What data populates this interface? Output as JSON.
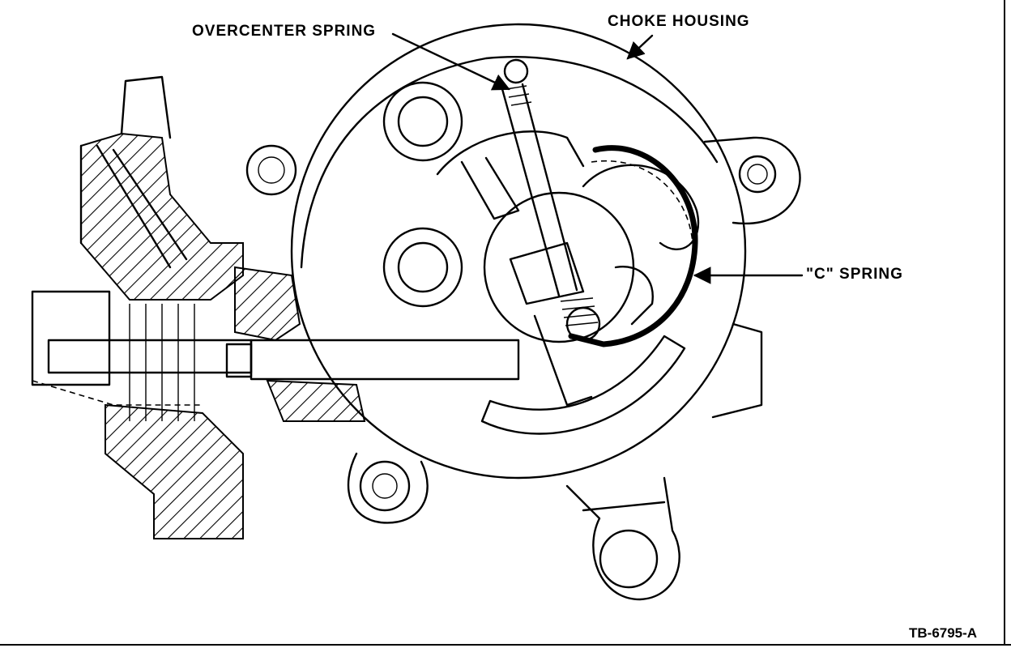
{
  "labels": {
    "overcenter_spring": "OVERCENTER SPRING",
    "choke_housing": "CHOKE HOUSING",
    "c_spring": "\"C\" SPRING",
    "figure_id": "TB-6795-A"
  },
  "colors": {
    "ink": "#000000",
    "paper": "#ffffff"
  }
}
